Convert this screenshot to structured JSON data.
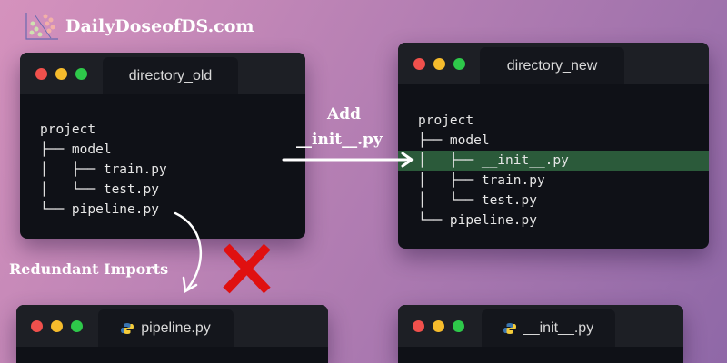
{
  "brand": {
    "name": "DailyDoseofDS.com"
  },
  "old_window": {
    "tab": "directory_old",
    "tree": [
      "project",
      "├── model",
      "│   ├── train.py",
      "│   └── test.py",
      "└── pipeline.py"
    ]
  },
  "new_window": {
    "tab": "directory_new",
    "tree": [
      "project",
      "├── model",
      "│   ├── __init__.py",
      "│   ├── train.py",
      "│   └── test.py",
      "└── pipeline.py"
    ],
    "highlight_color": "#2b5a3a"
  },
  "annotations": {
    "add_line1": "Add",
    "add_line2": "__init__.py",
    "redundant": "Redundant Imports"
  },
  "bottom_left": {
    "tab": "pipeline.py",
    "icon": "python-icon"
  },
  "bottom_right": {
    "tab": "__init__.py",
    "icon": "python-icon"
  }
}
